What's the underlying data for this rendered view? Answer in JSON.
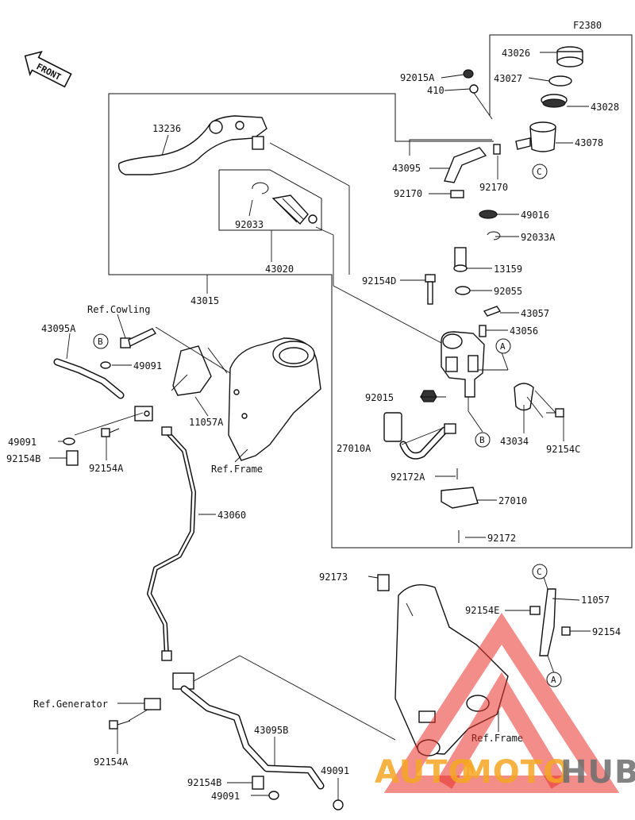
{
  "figure_code": "F2380",
  "front_label": "FRONT",
  "callouts": [
    "A",
    "B",
    "C"
  ],
  "parts": {
    "p43026": "43026",
    "p43027": "43027",
    "p43028": "43028",
    "p43078": "43078",
    "p92015A": "92015A",
    "p410": "410",
    "p43095": "43095",
    "p92170a": "92170",
    "p92170b": "92170",
    "p49016": "49016",
    "p92033A": "92033A",
    "p13159": "13159",
    "p92154D": "92154D",
    "p92055": "92055",
    "p43057": "43057",
    "p43056": "43056",
    "p13236": "13236",
    "p92033": "92033",
    "p43020": "43020",
    "p43015": "43015",
    "p43095A": "43095A",
    "p49091a": "49091",
    "p11057A": "11057A",
    "p49091b": "49091",
    "p92154Ba": "92154B",
    "p92154Aa": "92154A",
    "p92015": "92015",
    "p27010A": "27010A",
    "p92172A": "92172A",
    "p27010": "27010",
    "p92172": "92172",
    "p43034": "43034",
    "p92154C": "92154C",
    "p43060": "43060",
    "p92173": "92173",
    "p11057": "11057",
    "p92154E": "92154E",
    "p92154": "92154",
    "p92154Ab": "92154A",
    "p43095B": "43095B",
    "p92154Bb": "92154B",
    "p49091c": "49091",
    "p49091d": "49091"
  },
  "refs": {
    "cowling": "Ref.Cowling",
    "frame_upper": "Ref.Frame",
    "frame_lower": "Ref.Frame",
    "generator": "Ref.Generator"
  },
  "watermark": {
    "auto": "AUTO",
    "moto": "MOTO",
    "hub": "HUB",
    "color_red": "#e8302a",
    "color_orange": "#f5a623",
    "color_gray": "#6e6e6e"
  }
}
